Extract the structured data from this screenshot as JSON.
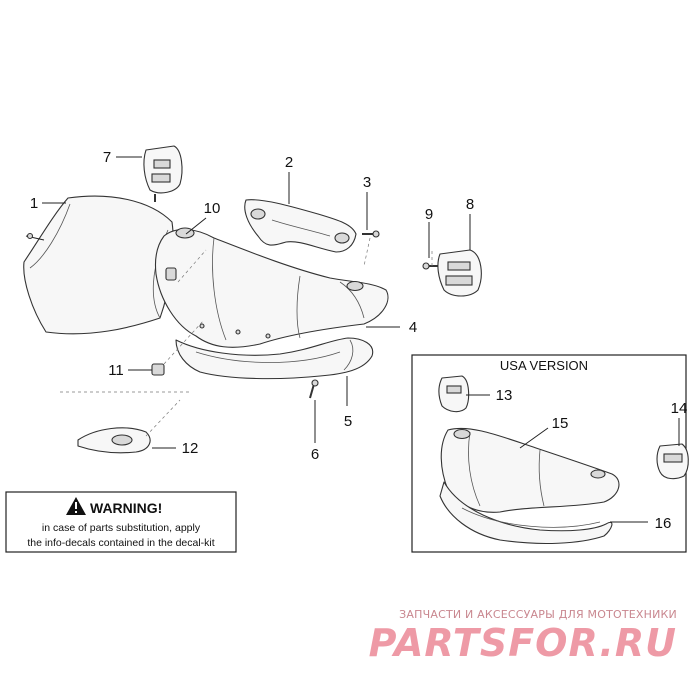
{
  "callouts": [
    {
      "id": "1",
      "label": "1"
    },
    {
      "id": "2",
      "label": "2"
    },
    {
      "id": "3",
      "label": "3"
    },
    {
      "id": "4",
      "label": "4"
    },
    {
      "id": "5",
      "label": "5"
    },
    {
      "id": "6",
      "label": "6"
    },
    {
      "id": "7",
      "label": "7"
    },
    {
      "id": "8",
      "label": "8"
    },
    {
      "id": "9",
      "label": "9"
    },
    {
      "id": "10",
      "label": "10"
    },
    {
      "id": "11",
      "label": "11"
    },
    {
      "id": "12",
      "label": "12"
    },
    {
      "id": "13",
      "label": "13"
    },
    {
      "id": "14",
      "label": "14"
    },
    {
      "id": "15",
      "label": "15"
    },
    {
      "id": "16",
      "label": "16"
    }
  ],
  "usa_box": {
    "title": "USA VERSION"
  },
  "warning": {
    "title": "WARNING!",
    "line1": "in case of parts substitution, apply",
    "line2": "the info-decals contained in the decal-kit"
  },
  "watermark": {
    "tagline": "ЗАПЧАСТИ И АКСЕССУАРЫ ДЛЯ МОТОТЕХНИКИ",
    "brand": "PARTSFOR.RU"
  },
  "colors": {
    "line": "#222222",
    "watermark": "#ee9aa6"
  }
}
